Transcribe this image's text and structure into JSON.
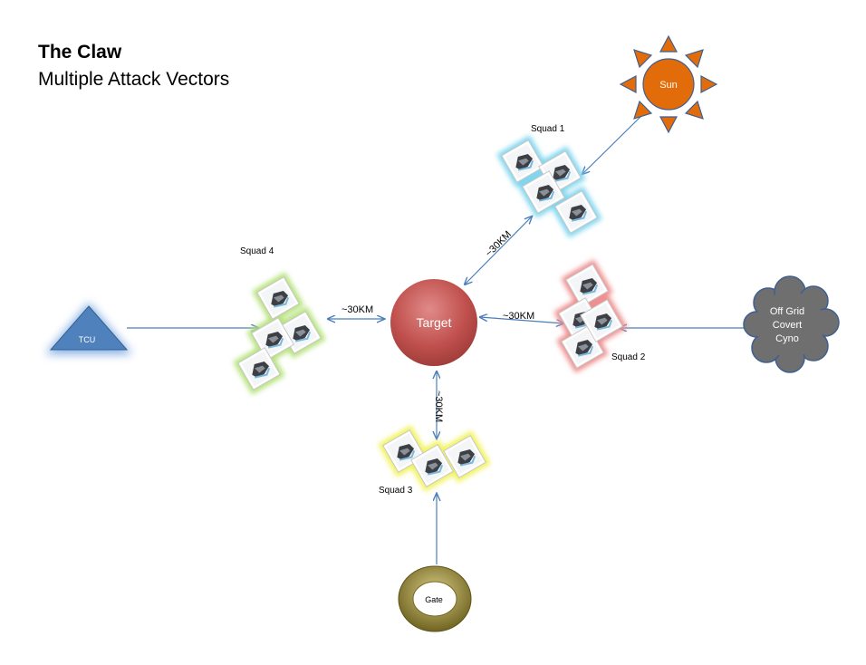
{
  "title": "The Claw",
  "subtitle": "Multiple Attack Vectors",
  "nodes": {
    "target": "Target",
    "sun": "Sun",
    "tcu": "TCU",
    "gate": "Gate",
    "cyno_line1": "Off Grid",
    "cyno_line2": "Covert",
    "cyno_line3": "Cyno"
  },
  "squads": {
    "squad1": {
      "label": "Squad 1",
      "glow": "#7fd6ee"
    },
    "squad2": {
      "label": "Squad 2",
      "glow": "#ee8f8f"
    },
    "squad3": {
      "label": "Squad 3",
      "glow": "#f2f25a"
    },
    "squad4": {
      "label": "Squad 4",
      "glow": "#b6e27a"
    }
  },
  "distances": {
    "to_squad1": "~30KM",
    "to_squad2": "~30KM",
    "to_squad3": "~30KM",
    "to_squad4": "~30KM"
  },
  "colors": {
    "arrow": "#4a7ebb",
    "target_fill": "#c0504d",
    "sun_fill": "#e36c0a",
    "tcu_fill": "#4f81bd",
    "cloud_fill": "#6f6f6f",
    "gate_fill": "#8c7a2a"
  }
}
